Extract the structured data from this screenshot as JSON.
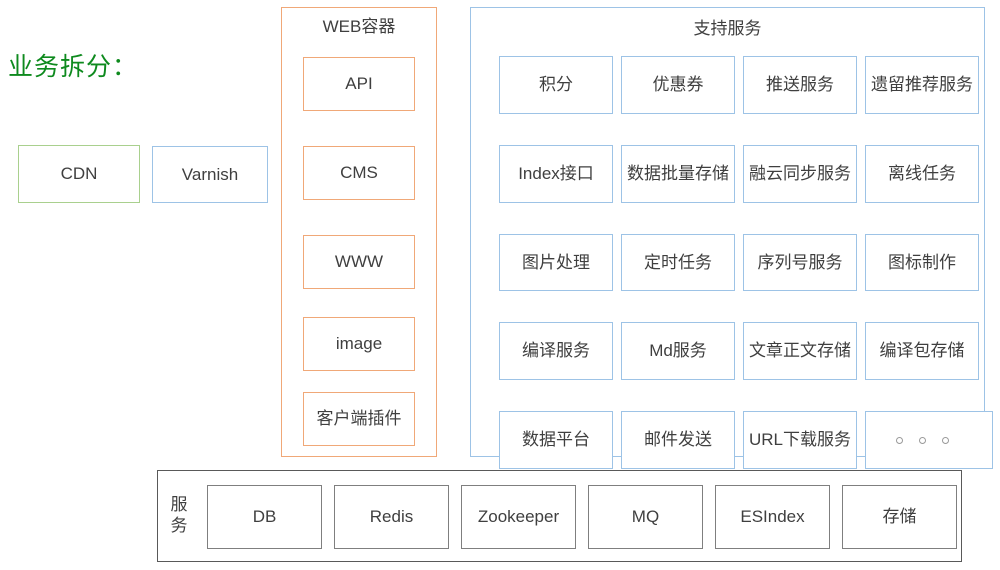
{
  "title": "业务拆分：",
  "edge_tier": {
    "nodes": [
      {
        "label": "CDN",
        "color": "#a9d08e"
      },
      {
        "label": "Varnish",
        "color": "#9dc3e6"
      }
    ]
  },
  "web_container": {
    "title": "WEB容器",
    "border_color": "#f0a878",
    "nodes": [
      {
        "label": "API"
      },
      {
        "label": "CMS"
      },
      {
        "label": "WWW"
      },
      {
        "label": "image"
      },
      {
        "label": "客户端插件"
      }
    ]
  },
  "support_services": {
    "title": "支持服务",
    "border_color": "#9dc3e6",
    "rows": [
      [
        {
          "label": "积分"
        },
        {
          "label": "优惠券"
        },
        {
          "label": "推送服务"
        },
        {
          "label": "遗留推荐服务"
        }
      ],
      [
        {
          "label": "Index接口"
        },
        {
          "label": "数据批量存储"
        },
        {
          "label": "融云同步服务"
        },
        {
          "label": "离线任务"
        }
      ],
      [
        {
          "label": "图片处理"
        },
        {
          "label": "定时任务"
        },
        {
          "label": "序列号服务"
        },
        {
          "label": "图标制作"
        }
      ],
      [
        {
          "label": "编译服务"
        },
        {
          "label": "Md服务"
        },
        {
          "label": "文章正文存储"
        },
        {
          "label": "编译包存储"
        }
      ],
      [
        {
          "label": "数据平台"
        },
        {
          "label": "邮件发送"
        },
        {
          "label": "URL下载服务"
        },
        {
          "label": "。。。",
          "is_dots": true
        }
      ]
    ]
  },
  "service_bar": {
    "label": "服务",
    "border_color": "#595959",
    "nodes": [
      {
        "label": "DB"
      },
      {
        "label": "Redis"
      },
      {
        "label": "Zookeeper"
      },
      {
        "label": "MQ"
      },
      {
        "label": "ESIndex"
      },
      {
        "label": "存储"
      }
    ]
  }
}
